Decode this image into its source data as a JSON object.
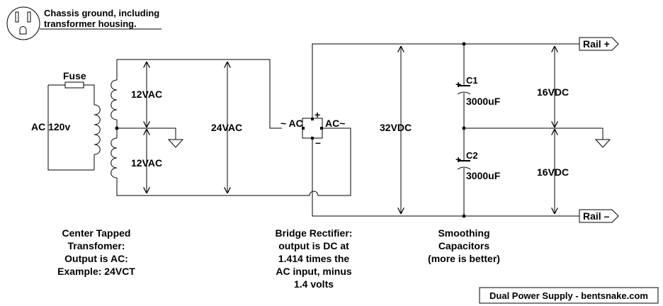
{
  "diagram": {
    "chassis_note": [
      "Chassis ground, including",
      "transformer housing."
    ],
    "fuse_label": "Fuse",
    "ac_input_label": "AC 120v",
    "secondary_upper_label": "12VAC",
    "secondary_lower_label": "12VAC",
    "secondary_total_label": "24VAC",
    "rectifier_ac_left": "~ AC",
    "rectifier_ac_right": "AC~",
    "rectifier_plus": "+",
    "rectifier_minus": "–",
    "dc_total_label": "32VDC",
    "cap_upper_name": "C1",
    "cap_upper_value": "3000uF",
    "cap_lower_name": "C2",
    "cap_lower_value": "3000uF",
    "cap_polarity_plus": "+",
    "dc_upper_label": "16VDC",
    "dc_lower_label": "16VDC",
    "rail_plus_label": "Rail +",
    "rail_minus_label": "Rail –",
    "caption_transformer": [
      "Center Tapped",
      "Transfomer:",
      "Output is AC:",
      "Example: 24VCT"
    ],
    "caption_rectifier": [
      "Bridge Rectifier:",
      "output is DC at",
      "1.414 times the",
      "AC input, minus",
      "1.4 volts"
    ],
    "caption_capacitors": [
      "Smoothing",
      "Capacitors",
      "(more is better)"
    ],
    "footer_title": "Dual Power Supply - bentsnake.com"
  }
}
